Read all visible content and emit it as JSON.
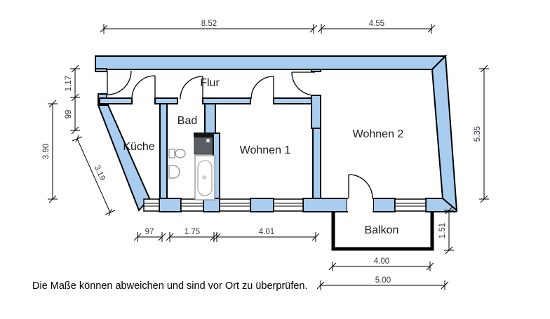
{
  "plan": {
    "rooms": [
      {
        "id": "kueche",
        "label": "Küche"
      },
      {
        "id": "bad",
        "label": "Bad"
      },
      {
        "id": "flur",
        "label": "Flur"
      },
      {
        "id": "wohnen1",
        "label": "Wohnen 1"
      },
      {
        "id": "wohnen2",
        "label": "Wohnen 2"
      },
      {
        "id": "balkon",
        "label": "Balkon"
      }
    ],
    "dimensions": {
      "top_left": "8.52",
      "top_right": "4.55",
      "flur_width": "1.17",
      "left_small": "99",
      "left_total": "3.90",
      "slant": "3.19",
      "right_height": "5.35",
      "balcony_depth": "1.51",
      "bottom_kueche": "97",
      "bottom_bad": "1.75",
      "bottom_wohnen1": "4.01",
      "balcony_inner_width": "4.00",
      "balcony_outer_width": "5.00"
    },
    "fixtures": [
      "toilet",
      "washbasin",
      "shower",
      "bathtub"
    ],
    "colors": {
      "wall_fill": "#a9cdef",
      "outline": "#000000",
      "dimension_text": "#34343c",
      "label_text": "#1a1a1a"
    }
  },
  "note": "Die Maße können abweichen und sind vor Ort zu überprüfen."
}
